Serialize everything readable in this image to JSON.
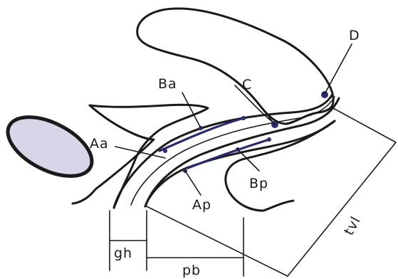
{
  "labels": {
    "d": "D",
    "c": "C",
    "ba": "Ba",
    "aa": "Aa",
    "bp": "Bp",
    "ap": "Ap",
    "gh": "gh",
    "pb": "pb",
    "tvl": "tvl"
  },
  "colors": {
    "ink": "#1a1a1a",
    "point_marker": "#2a2a6e",
    "pubic_bone_fill": "#d6d6e8"
  }
}
